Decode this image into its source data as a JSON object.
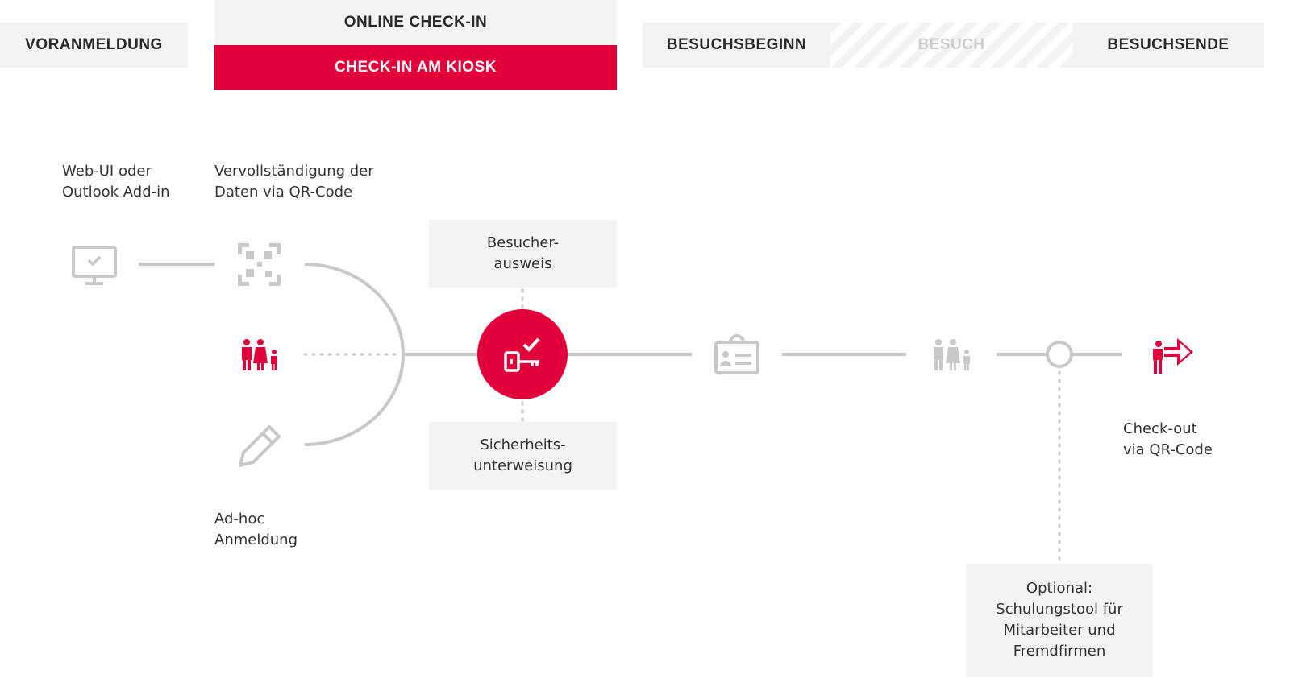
{
  "phases": {
    "pre": "VORANMELDUNG",
    "online": "ONLINE CHECK-IN",
    "kiosk": "CHECK-IN AM KIOSK",
    "start": "BESUCHSBEGINN",
    "visit": "BESUCH",
    "end": "BESUCHSENDE"
  },
  "labels": {
    "webui_1": "Web-UI oder",
    "webui_2": "Outlook Add-in",
    "qr_1": "Vervollständigung der",
    "qr_2": "Daten via QR-Code",
    "adhoc_1": "Ad-hoc",
    "adhoc_2": "Anmeldung",
    "badge_1": "Besucher-",
    "badge_2": "ausweis",
    "safety_1": "Sicherheits-",
    "safety_2": "unterweisung",
    "checkout_1": "Check-out",
    "checkout_2": "via QR-Code",
    "optional_1": "Optional:",
    "optional_2": "Schulungstool für",
    "optional_3": "Mitarbeiter und",
    "optional_4": "Fremdfirmen"
  },
  "colors": {
    "accent": "#e2003a",
    "gray": "#c8c8c8"
  }
}
